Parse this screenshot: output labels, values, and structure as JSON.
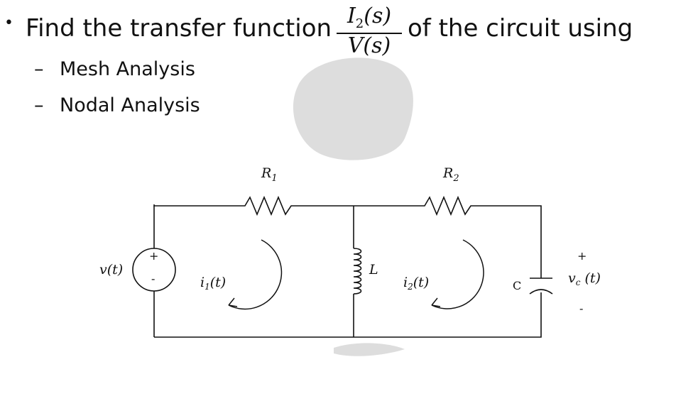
{
  "question": {
    "bullet": "•",
    "text_before": "Find the transfer function",
    "fraction": {
      "numerator_base": "I",
      "numerator_sub": "2",
      "numerator_rest": "(s)",
      "denominator": "V(s)"
    },
    "text_after": "of the circuit using"
  },
  "methods": [
    {
      "dash": "–",
      "label": "Mesh Analysis"
    },
    {
      "dash": "–",
      "label": "Nodal Analysis"
    }
  ],
  "circuit": {
    "R1": {
      "base": "R",
      "sub": "1"
    },
    "R2": {
      "base": "R",
      "sub": "2"
    },
    "L": "L",
    "C": "C",
    "source_label": "v(t)",
    "source_plus": "+",
    "source_minus": "-",
    "mesh1": {
      "base": "i",
      "sub": "1",
      "rest": "(t)"
    },
    "mesh2": {
      "base": "i",
      "sub": "2",
      "rest": "(t)"
    },
    "vc": {
      "base": "v",
      "sub": "c",
      "rest": " (t)",
      "plus": "+",
      "minus": "-"
    }
  },
  "colors": {
    "ink": "#111111",
    "watermark": "#d8d8d8"
  }
}
